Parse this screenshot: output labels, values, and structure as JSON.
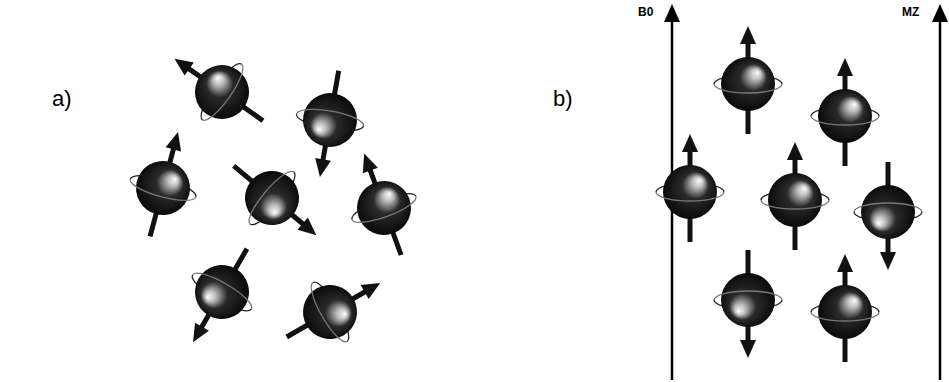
{
  "diagram": {
    "labels": [
      "a)",
      "b)",
      "B0",
      "MZ"
    ]
  }
}
